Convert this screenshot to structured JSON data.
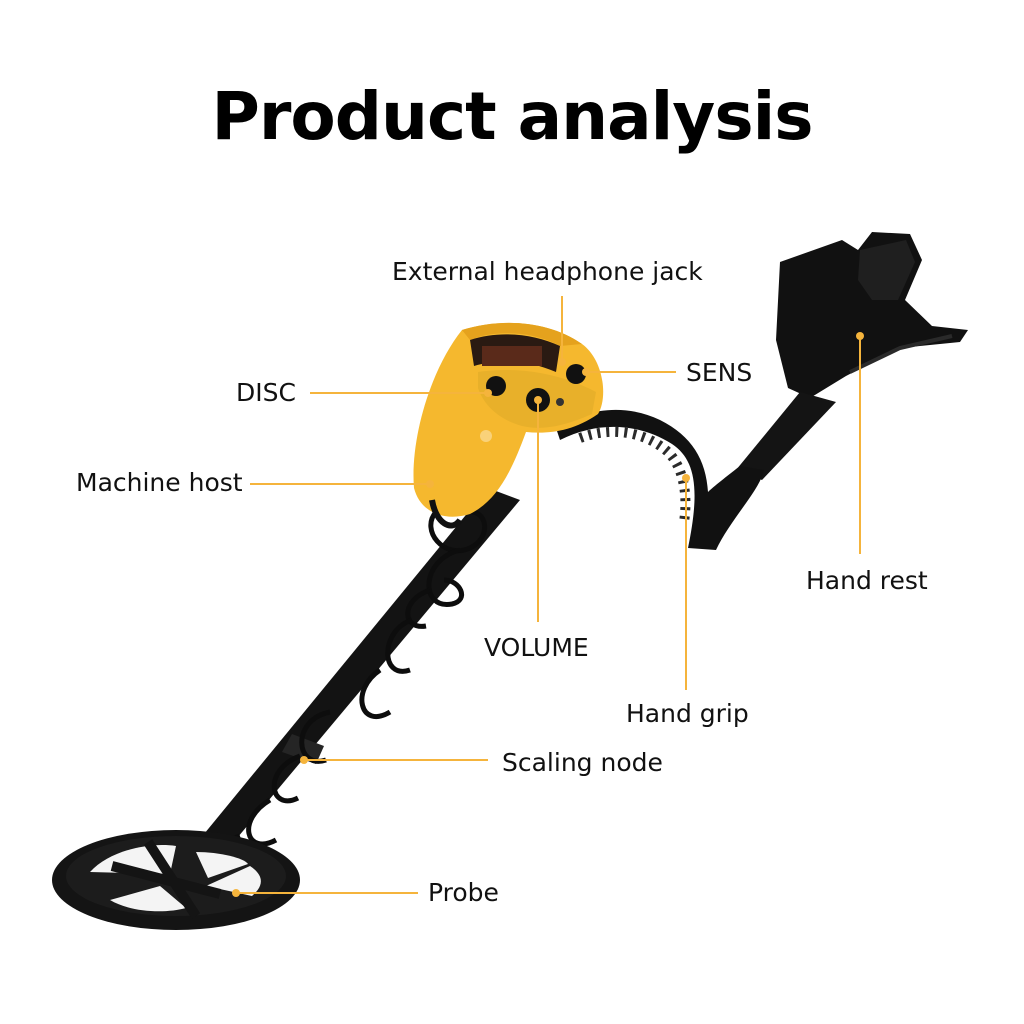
{
  "title": "Product analysis",
  "accent_color": "#F5B43C",
  "product_color": "#F5B82E",
  "labels": {
    "headphone": "External headphone jack",
    "disc": "DISC",
    "sens": "SENS",
    "host": "Machine host",
    "handrest": "Hand rest",
    "volume": "VOLUME",
    "handgrip": "Hand grip",
    "scaling": "Scaling node",
    "probe": "Probe"
  }
}
